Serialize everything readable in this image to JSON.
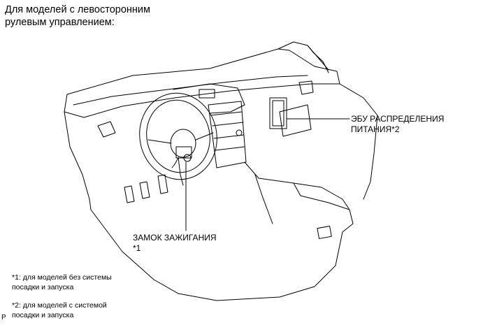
{
  "heading": {
    "line1": "Для моделей с левосторонним",
    "line2": "рулевым управлением:"
  },
  "callouts": {
    "ecu": {
      "line1": "ЭБУ РАСПРЕДЕЛЕНИЯ",
      "line2": "ПИТАНИЯ*2"
    },
    "ignition": {
      "line1": "ЗАМОК ЗАЖИГАНИЯ",
      "line2": "*1"
    }
  },
  "footnotes": {
    "note1": {
      "line1": "*1: для моделей без системы",
      "line2": "посадки и запуска"
    },
    "note2": {
      "line1": "*2: для моделей с системой",
      "line2": "посадки и запуска"
    }
  },
  "code": "P",
  "colors": {
    "ink": "#000000",
    "background": "#ffffff"
  }
}
